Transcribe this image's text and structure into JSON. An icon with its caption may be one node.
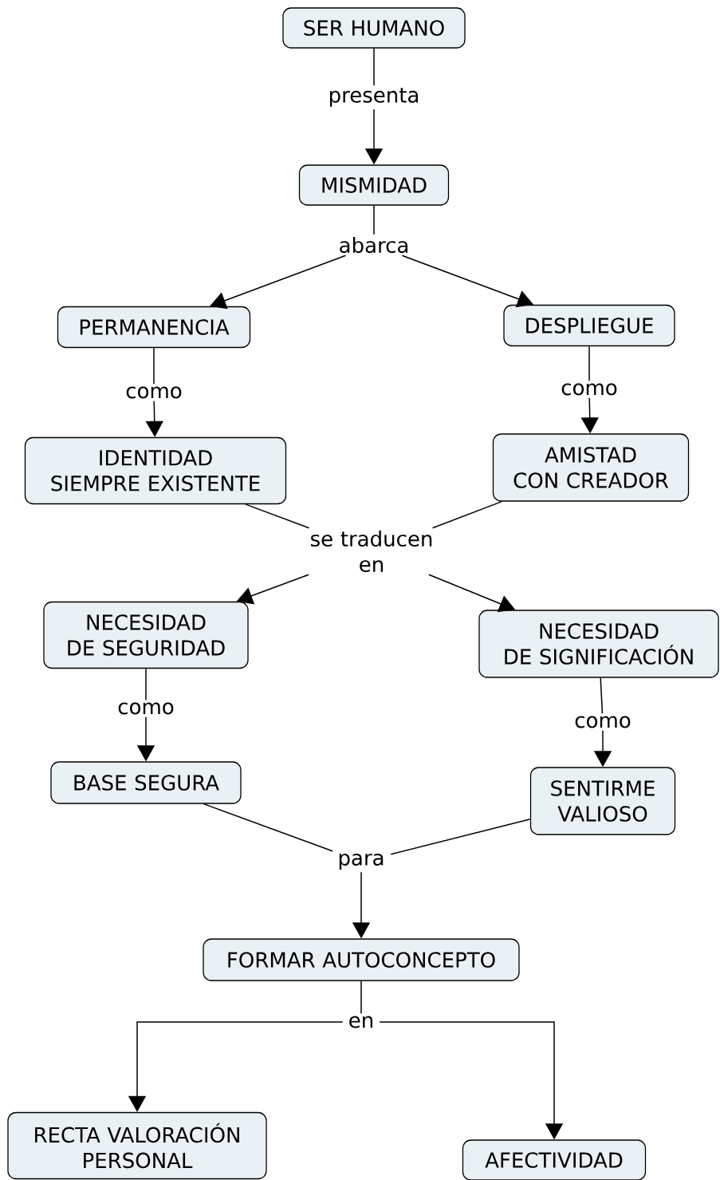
{
  "diagram": {
    "nodes": [
      {
        "text": [
          "SER HUMANO"
        ]
      },
      {
        "text": [
          "presenta"
        ]
      },
      {
        "text": [
          "MISMIDAD"
        ]
      },
      {
        "text": [
          "abarca"
        ]
      },
      {
        "text": [
          "PERMANENCIA"
        ]
      },
      {
        "text": [
          "DESPLIEGUE"
        ]
      },
      {
        "text": [
          "como"
        ]
      },
      {
        "text": [
          "como"
        ]
      },
      {
        "text": [
          "IDENTIDAD SIEMPRE EXISTENTE"
        ]
      },
      {
        "text": [
          "AMISTAD CON CREADOR"
        ]
      },
      {
        "text": [
          "se traducen en"
        ]
      },
      {
        "text": [
          "NECESIDAD DE SEGURIDAD"
        ]
      },
      {
        "text": [
          "NECESIDAD DE SIGNIFICACIÓN"
        ]
      },
      {
        "text": [
          "como"
        ]
      },
      {
        "text": [
          "como"
        ]
      },
      {
        "text": [
          "BASE SEGURA"
        ]
      },
      {
        "text": [
          "SENTIRME VALIOSO"
        ]
      },
      {
        "text": [
          "para"
        ]
      },
      {
        "text": [
          "FORMAR AUTOCONCEPTO"
        ]
      },
      {
        "text": [
          "en"
        ]
      },
      {
        "text": [
          "RECTA VALORACIÓN PERSONAL"
        ]
      },
      {
        "text": [
          "AFECTIVIDAD"
        ]
      }
    ],
    "edges": [
      {
        "from": 0,
        "to": 1,
        "arrow": "none"
      },
      {
        "from": 1,
        "to": 2,
        "arrow": "to"
      },
      {
        "from": 2,
        "to": 3,
        "arrow": "none"
      },
      {
        "from": 3,
        "to": 4,
        "arrow": "to"
      },
      {
        "from": 3,
        "to": 5,
        "arrow": "to"
      },
      {
        "from": 4,
        "to": 6,
        "arrow": "none"
      },
      {
        "from": 6,
        "to": 8,
        "arrow": "to"
      },
      {
        "from": 5,
        "to": 7,
        "arrow": "none"
      },
      {
        "from": 7,
        "to": 9,
        "arrow": "to"
      },
      {
        "from": 8,
        "to": 10,
        "arrow": "none"
      },
      {
        "from": 9,
        "to": 10,
        "arrow": "none"
      },
      {
        "from": 10,
        "to": 11,
        "arrow": "to"
      },
      {
        "from": 10,
        "to": 12,
        "arrow": "to"
      },
      {
        "from": 11,
        "to": 13,
        "arrow": "none"
      },
      {
        "from": 13,
        "to": 15,
        "arrow": "to"
      },
      {
        "from": 12,
        "to": 14,
        "arrow": "none"
      },
      {
        "from": 14,
        "to": 16,
        "arrow": "to"
      },
      {
        "from": 15,
        "to": 17,
        "arrow": "none"
      },
      {
        "from": 16,
        "to": 17,
        "arrow": "none"
      },
      {
        "from": 17,
        "to": 18,
        "arrow": "to"
      },
      {
        "from": 18,
        "to": 19,
        "arrow": "none"
      },
      {
        "from": 19,
        "to": 20,
        "arrow": "to"
      },
      {
        "from": 19,
        "to": 21,
        "arrow": "to"
      }
    ]
  }
}
